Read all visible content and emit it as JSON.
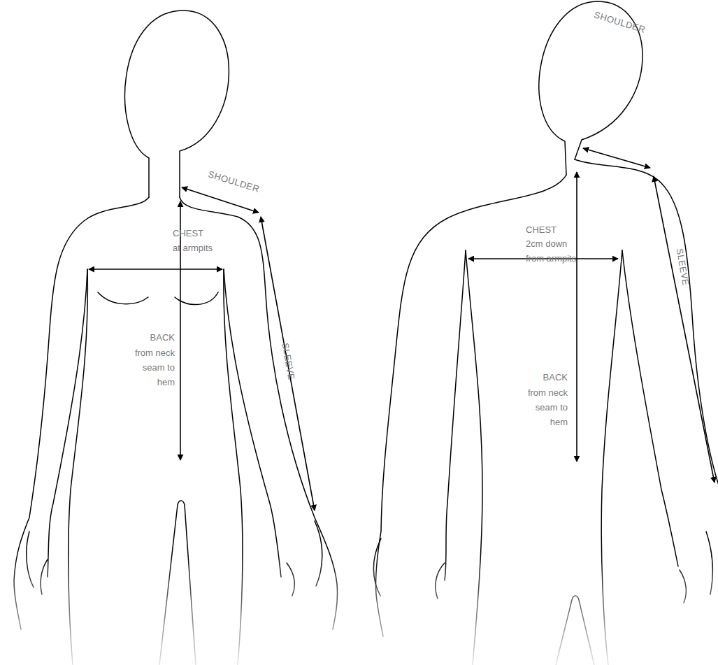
{
  "diagram": {
    "labels": [
      "SHOULDER",
      "CHEST",
      "at armpits",
      "SLEEVE",
      "BACK",
      "from neck seam to hem",
      "SHOULDER",
      "CHEST",
      "2cm down from armpits",
      "SLEEVE",
      "BACK",
      "from neck seam to hem"
    ]
  }
}
